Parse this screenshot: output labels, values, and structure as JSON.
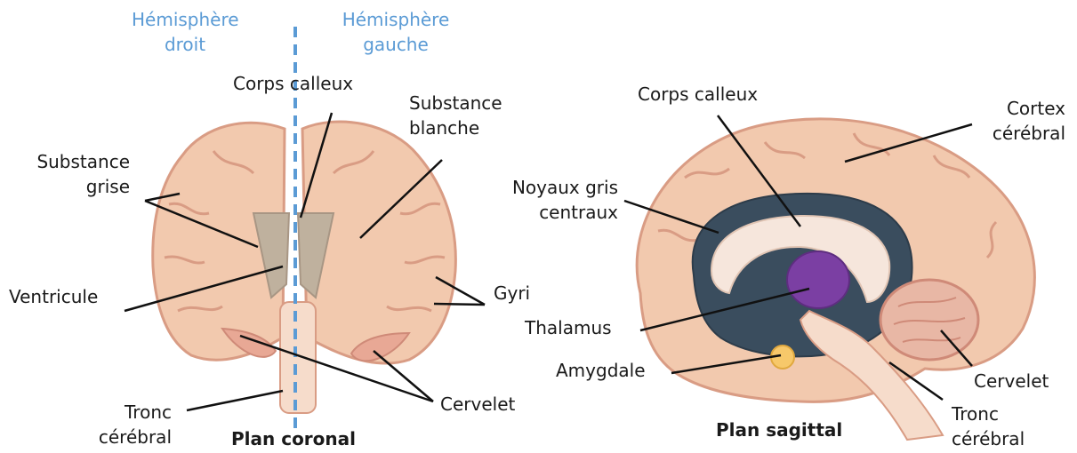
{
  "hemispheres": {
    "right": [
      "Hémisphère",
      "droit"
    ],
    "left": [
      "Hémisphère",
      "gauche"
    ]
  },
  "coronal": {
    "title": "Plan coronal",
    "labels": {
      "corps_calleux": "Corps calleux",
      "substance_blanche": [
        "Substance",
        "blanche"
      ],
      "substance_grise": [
        "Substance",
        "grise"
      ],
      "ventricule": "Ventricule",
      "gyri": "Gyri",
      "cervelet": "Cervelet",
      "tronc": [
        "Tronc",
        "cérébral"
      ]
    }
  },
  "sagittal": {
    "title": "Plan sagittal",
    "labels": {
      "corps_calleux": "Corps calleux",
      "cortex": [
        "Cortex",
        "cérébral"
      ],
      "noyaux": [
        "Noyaux gris",
        "centraux"
      ],
      "thalamus": "Thalamus",
      "amygdale": "Amygdale",
      "cervelet": "Cervelet",
      "tronc": [
        "Tronc",
        "cérébral"
      ]
    }
  },
  "colors": {
    "divider": "#5b9bd5",
    "brain": "#f2c9ae",
    "brain_outline": "#d99c84",
    "ventricle": "#3a4d5e",
    "thalamus": "#7b3fa3",
    "amygdala": "#f7c86a"
  }
}
